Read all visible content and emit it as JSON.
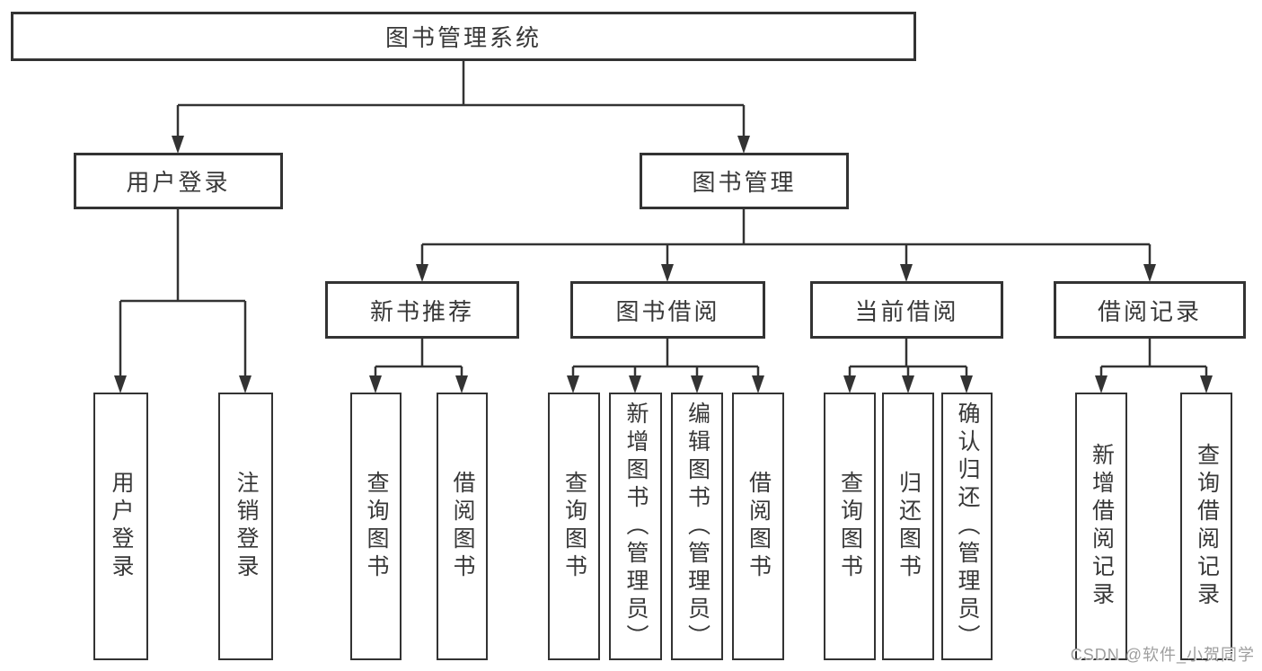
{
  "diagram_title": "图书管理系统",
  "tree": {
    "label": "图书管理系统",
    "children": [
      {
        "label": "用户登录",
        "children": [
          {
            "label": "用户登录"
          },
          {
            "label": "注销登录"
          }
        ]
      },
      {
        "label": "图书管理",
        "children": [
          {
            "label": "新书推荐",
            "children": [
              {
                "label": "查询图书"
              },
              {
                "label": "借阅图书"
              }
            ]
          },
          {
            "label": "图书借阅",
            "children": [
              {
                "label": "查询图书"
              },
              {
                "label": "新增图书（管理员）"
              },
              {
                "label": "编辑图书（管理员）"
              },
              {
                "label": "借阅图书"
              }
            ]
          },
          {
            "label": "当前借阅",
            "children": [
              {
                "label": "查询图书"
              },
              {
                "label": "归还图书"
              },
              {
                "label": "确认归还（管理员）"
              }
            ]
          },
          {
            "label": "借阅记录",
            "children": [
              {
                "label": "新增借阅记录"
              },
              {
                "label": "查询借阅记录"
              }
            ]
          }
        ]
      }
    ]
  },
  "watermark": {
    "text": "CSDN @软件_小贺同学"
  },
  "colors": {
    "line": "#333333",
    "box_border": "#333333",
    "text": "#383838",
    "watermark": "#9e9e9e",
    "background": "#ffffff"
  }
}
